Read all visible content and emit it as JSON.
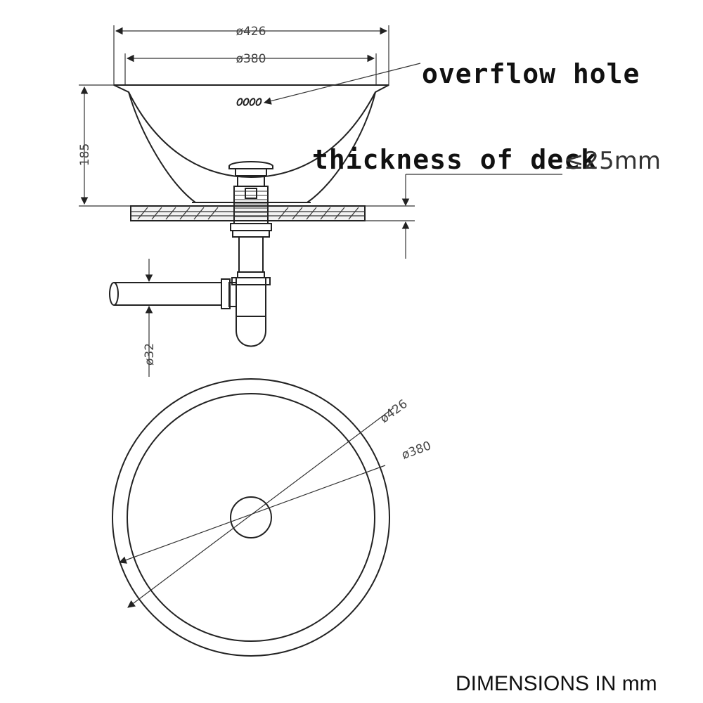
{
  "side_view": {
    "outer_diameter": "ø426",
    "inner_diameter": "ø380",
    "height": "185",
    "waste_diameter": "ø32"
  },
  "callouts": {
    "overflow_hole": "overflow hole",
    "thickness_of_deck": "thickness of deck",
    "deck_limit": "≤25mm"
  },
  "top_view": {
    "outer_diameter": "ø426",
    "inner_diameter": "ø380"
  },
  "footer": {
    "units_note": "DIMENSIONS IN mm"
  }
}
